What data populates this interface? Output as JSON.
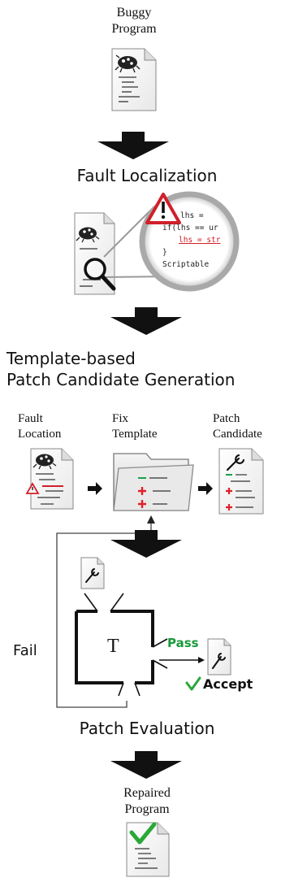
{
  "buggy_program": {
    "line1": "Buggy",
    "line2": "Program"
  },
  "steps": {
    "fault_localization": "Fault Localization",
    "patch_generation_line1": "Template-based",
    "patch_generation_line2": "Patch Candidate Generation",
    "patch_evaluation": "Patch Evaluation"
  },
  "code_snippet": {
    "line1": "lhs = ",
    "line2": "if(lhs == ur",
    "line3": "lhs = str",
    "line4": "}",
    "line5": "Scriptable"
  },
  "generation": {
    "fault_location": {
      "line1": "Fault",
      "line2": "Location"
    },
    "fix_template": {
      "line1": "Fix",
      "line2": "Template"
    },
    "patch_candidate": {
      "line1": "Patch",
      "line2": "Candidate"
    }
  },
  "evaluation": {
    "test_label": "T",
    "pass_label": "Pass",
    "fail_label": "Fail",
    "accept_label": "Accept"
  },
  "repaired_program": {
    "line1": "Repaired",
    "line2": "Program"
  },
  "colors": {
    "pass": "#1a9a3a",
    "check": "#2aa838",
    "warning": "#d0202a",
    "plus": "#e0202a",
    "minus": "#1aa04a"
  },
  "icons": [
    "bug-icon",
    "magnifier-icon",
    "warning-icon",
    "folder-icon",
    "wrench-icon",
    "checkmark-icon",
    "arrow-down-icon"
  ]
}
